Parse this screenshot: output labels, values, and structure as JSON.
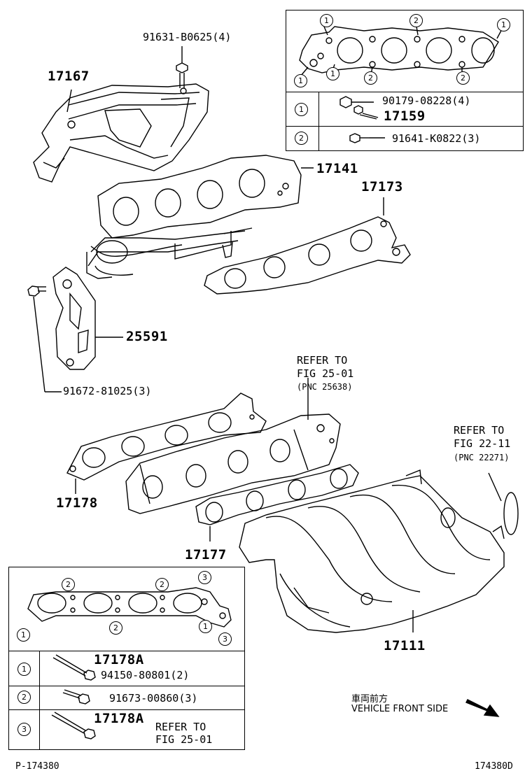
{
  "parts": {
    "bolt_top": "91631-B0625(4)",
    "heat_insulator": "17167",
    "exhaust_manifold": "17141",
    "exhaust_gasket": "17173",
    "stay": "25591",
    "stay_bolt": "91672-81025(3)",
    "intake_gasket": "17178",
    "intake_gasket2": "17177",
    "intake_manifold": "17111"
  },
  "refs": {
    "ref1": {
      "line1": "REFER TO",
      "line2": "FIG 25-01",
      "line3": "(PNC 25638)"
    },
    "ref2": {
      "line1": "REFER TO",
      "line2": "FIG 22-11",
      "line3": "(PNC 22271)"
    }
  },
  "key_top": {
    "row1_a": "90179-08228(4)",
    "row1_b": "17159",
    "row2": "91641-K0822(3)",
    "markers": [
      "1",
      "2"
    ]
  },
  "key_bottom": {
    "row1_a": "17178A",
    "row1_b": "94150-80801(2)",
    "row2": "91673-00860(3)",
    "row3_a": "17178A",
    "row3_b1": "REFER TO",
    "row3_b2": "FIG 25-01",
    "markers": [
      "1",
      "2",
      "3"
    ]
  },
  "direction": {
    "jp": "車両前方",
    "en": "VEHICLE FRONT SIDE"
  },
  "footer": {
    "left": "P-174380",
    "right": "174380D"
  }
}
